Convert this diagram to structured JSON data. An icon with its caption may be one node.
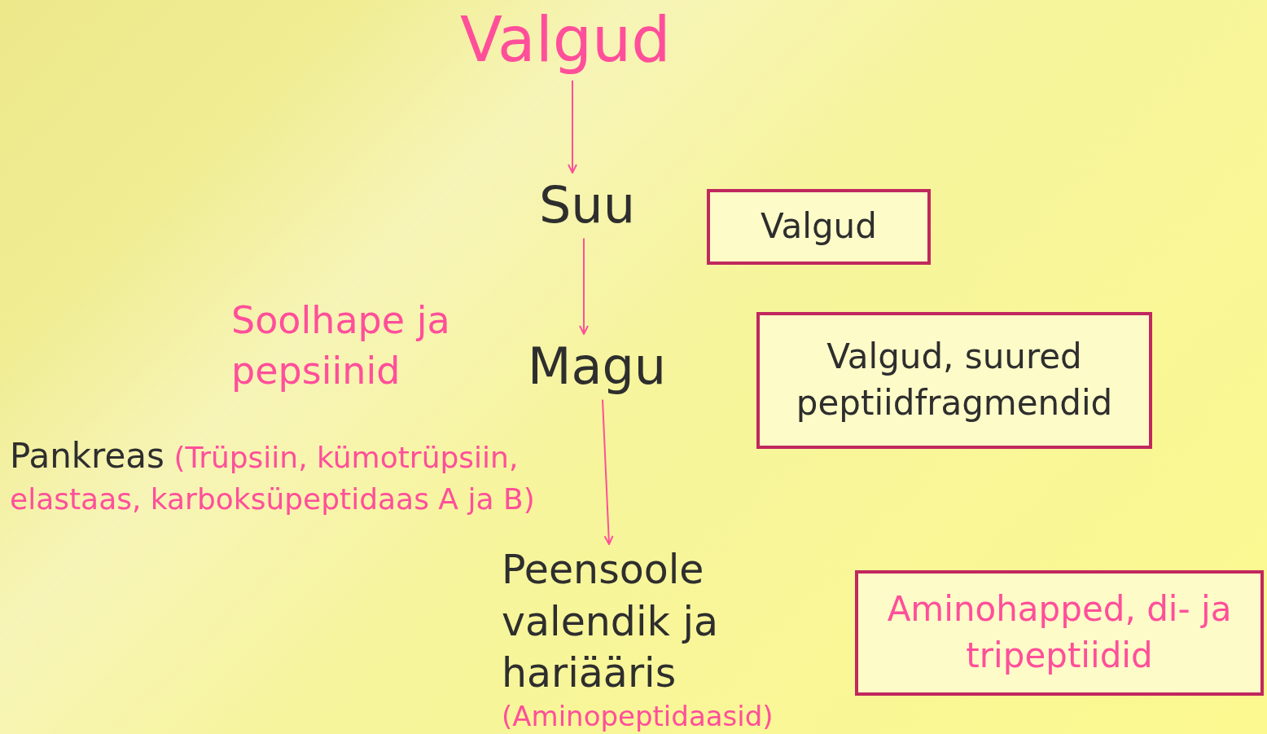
{
  "diagram": {
    "nodes": [
      {
        "text": [
          "Valgud"
        ]
      },
      {
        "text": [
          "Suu"
        ]
      },
      {
        "text": [
          "Magu"
        ]
      },
      {
        "text": [
          "Peensoole valendik ja hariääris",
          "(Aminopeptidaasid)"
        ]
      },
      {
        "text": [
          "Valgud"
        ]
      },
      {
        "text": [
          "Valgud, suured peptiidfragmendid"
        ]
      },
      {
        "text": [
          "Aminohapped, di- ja tripeptiidid"
        ]
      }
    ],
    "edges": [
      {
        "from": 0,
        "to": 1,
        "arrow": "to"
      },
      {
        "from": 1,
        "to": 2,
        "arrow": "to"
      },
      {
        "from": 2,
        "to": 3,
        "arrow": "to"
      }
    ],
    "labels": [
      "Soolhape ja pepsiinid",
      "Pankreas",
      "(Trüpsiin, kümotrüpsiin, elastaas, karboksüpeptidaas A ja B)"
    ]
  }
}
